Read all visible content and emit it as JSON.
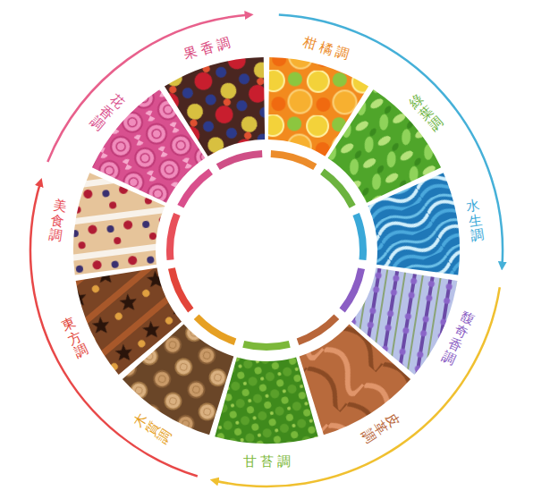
{
  "diagram": {
    "nodes": [
      {
        "text": [
          "果香調"
        ]
      },
      {
        "text": [
          "柑橘調"
        ]
      },
      {
        "text": [
          "綠葉調"
        ]
      },
      {
        "text": [
          "水生調"
        ]
      },
      {
        "text": [
          "馥奇香調"
        ]
      },
      {
        "text": [
          "皮革調"
        ]
      },
      {
        "text": [
          "甘苔調"
        ]
      },
      {
        "text": [
          "木質調"
        ]
      },
      {
        "text": [
          "東方調"
        ]
      },
      {
        "text": [
          "美食調"
        ]
      },
      {
        "text": [
          "花香調"
        ]
      }
    ]
  }
}
